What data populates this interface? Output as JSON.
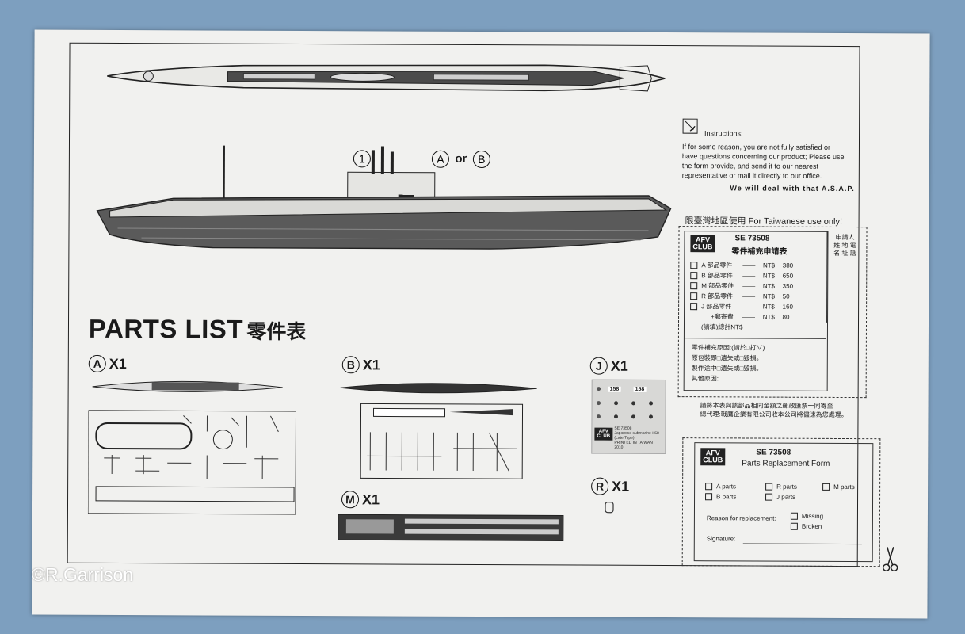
{
  "instructions": {
    "heading": "Instructions:",
    "line1": "If for some reason, you are not fully satisfied or",
    "line2": "have questions concerning our product; Please use",
    "line3": "the form provide, and send it to our nearest",
    "line4": "representative or mail it directly to our office.",
    "line5": "We will deal with that A.S.A.P."
  },
  "callouts": {
    "one": "1",
    "a": "A",
    "or": "or",
    "b": "B"
  },
  "taiwan_notice": "限臺灣地區使用  For Taiwanese use only!",
  "parts_list": {
    "title": "PARTS  LIST",
    "title_cn": "零件表",
    "groups": [
      {
        "letter": "A",
        "qty": "X1"
      },
      {
        "letter": "B",
        "qty": "X1"
      },
      {
        "letter": "J",
        "qty": "X1"
      },
      {
        "letter": "M",
        "qty": "X1"
      },
      {
        "letter": "R",
        "qty": "X1"
      }
    ]
  },
  "decal": {
    "code": "SE 73508",
    "line2": "Japanese submarine I-58 (Late Type)",
    "printed": "PRINTED IN TAIWAN",
    "year": "2010",
    "numbers": [
      "158",
      "158"
    ]
  },
  "form_cn": {
    "logo_top": "AFV",
    "logo_bottom": "CLUB",
    "code": "SE 73508",
    "title": "零件補充申請表",
    "side": [
      "申請人",
      "姓 地 電",
      "名 址 話"
    ],
    "items": [
      {
        "label": "A 部品零件",
        "cur": "NT$",
        "price": "380"
      },
      {
        "label": "B 部品零件",
        "cur": "NT$",
        "price": "650"
      },
      {
        "label": "M 部品零件",
        "cur": "NT$",
        "price": "350"
      },
      {
        "label": "R 部品零件",
        "cur": "NT$",
        "price": "50"
      },
      {
        "label": "J 部品零件",
        "cur": "NT$",
        "price": "160"
      }
    ],
    "postage_label": "+郵寄費",
    "postage_cur": "NT$",
    "postage_price": "80",
    "total": "(請填)總計NT$",
    "reason_title": "零件補充原因:(請於□打∨)",
    "reason1": "原包裝即□遺失或□毀損。",
    "reason2": "製作途中□遺失或□毀損。",
    "reason3": "其他原因:",
    "footer1": "請將本表與該部品相同金額之郵政匯票一同寄至",
    "footer2": "總代理:戰鷹企業有限公司收本公司將儘速為您處理。"
  },
  "form_en": {
    "logo_top": "AFV",
    "logo_bottom": "CLUB",
    "code": "SE 73508",
    "title": "Parts Replacement Form",
    "parts_col1": [
      "A   parts",
      "B   parts"
    ],
    "parts_col2": [
      "R   parts",
      "J   parts"
    ],
    "parts_col3": [
      "M   parts"
    ],
    "reason_label": "Reason for replacement:",
    "missing": "Missing",
    "broken": "Broken",
    "signature": "Signature:"
  },
  "watermark": "©R.Garrison",
  "colors": {
    "background": "#7d9fbf",
    "paper": "#f1f1ef",
    "ink": "#1a1a1a"
  }
}
